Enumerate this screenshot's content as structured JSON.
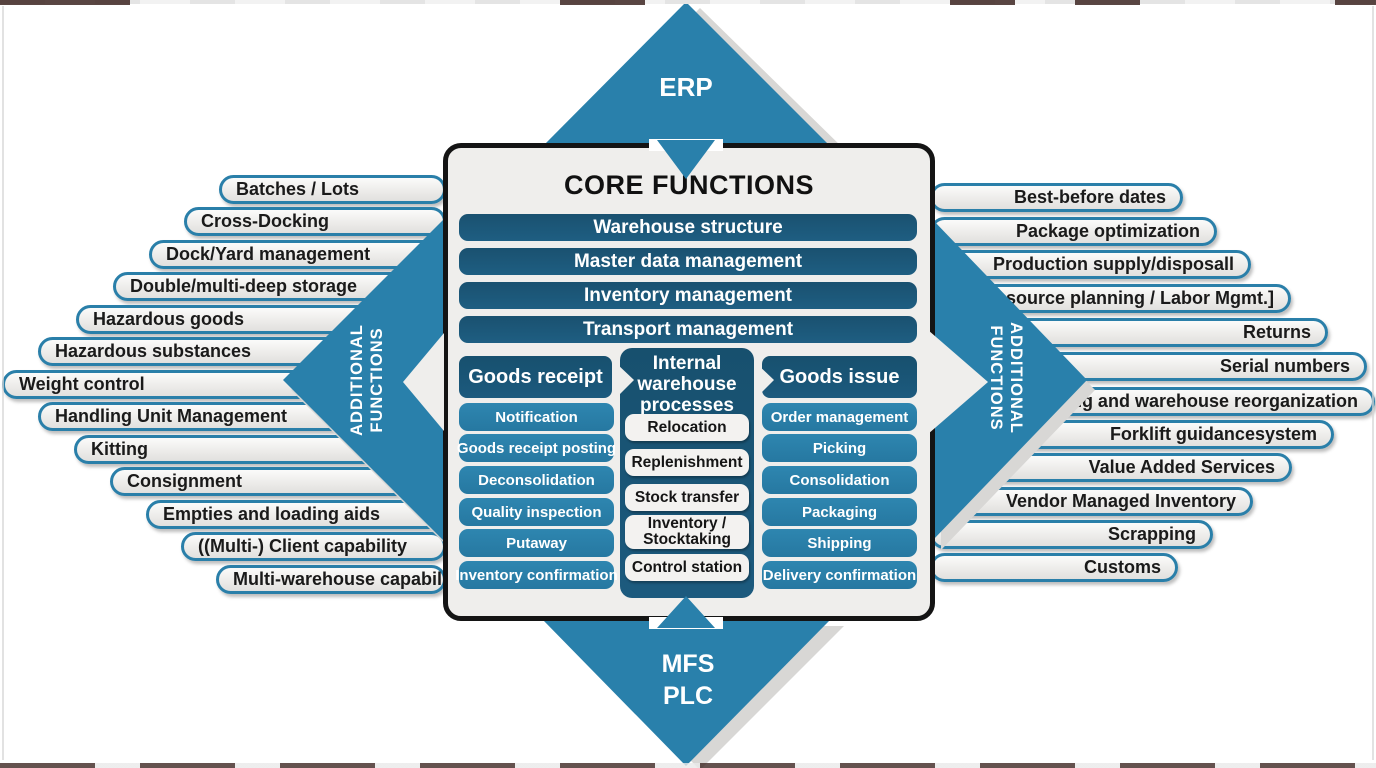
{
  "colors": {
    "diamond": "#2980AB",
    "diamond-shadow": "#D8D7D5",
    "navy": "#1A5170",
    "midblue": "#2C81AC",
    "box-bg": "#EFEEEC",
    "box-border": "#141414",
    "pill-border": "#2A7FA9",
    "pill-text": "#1A1A1A",
    "edge-dark": "#3E2723"
  },
  "top_label": "ERP",
  "bottom_label_lines": [
    "MFS",
    "PLC"
  ],
  "left_wing": {
    "vertical_label_lines": [
      "ADDITIONAL",
      "FUNCTIONS"
    ],
    "functions": [
      "Batches / Lots",
      "Cross-Docking",
      "Dock/Yard management",
      "Double/multi-deep storage",
      "Hazardous goods",
      "Hazardous substances",
      "Weight control",
      "Handling Unit Management",
      "Kitting",
      "Consignment",
      "Empties and loading aids",
      "((Multi-) Client capability",
      "Multi-warehouse capability"
    ]
  },
  "right_wing": {
    "vertical_label_lines": [
      "ADDITIONAL",
      "FUNCTIONS"
    ],
    "functions": [
      "Best-before dates",
      "Package optimization",
      "Production supply/disposall",
      "Resource planning / Labor Mgmt.]",
      "Returns",
      "Serial numbers",
      "Slotting and warehouse reorganization",
      "Forklift guidancesystem",
      "Value Added Services",
      "Vendor Managed Inventory",
      "Scrapping",
      "Customs"
    ]
  },
  "core": {
    "title": "CORE FUNCTIONS",
    "bars": [
      "Warehouse structure",
      "Master data management",
      "Inventory management",
      "Transport management"
    ],
    "goods_receipt": {
      "header": "Goods receipt",
      "items": [
        "Notification",
        "Goods receipt posting",
        "Deconsolidation",
        "Quality inspection",
        "Putaway",
        "Inventory confirmation"
      ]
    },
    "internal": {
      "header": "Internal warehouse processes",
      "items": [
        "Relocation",
        "Replenishment",
        "Stock transfer",
        "Inventory / Stocktaking",
        "Control station"
      ]
    },
    "goods_issue": {
      "header": "Goods issue",
      "items": [
        "Order management",
        "Picking",
        "Consolidation",
        "Packaging",
        "Shipping",
        "Delivery confirmation"
      ]
    }
  }
}
